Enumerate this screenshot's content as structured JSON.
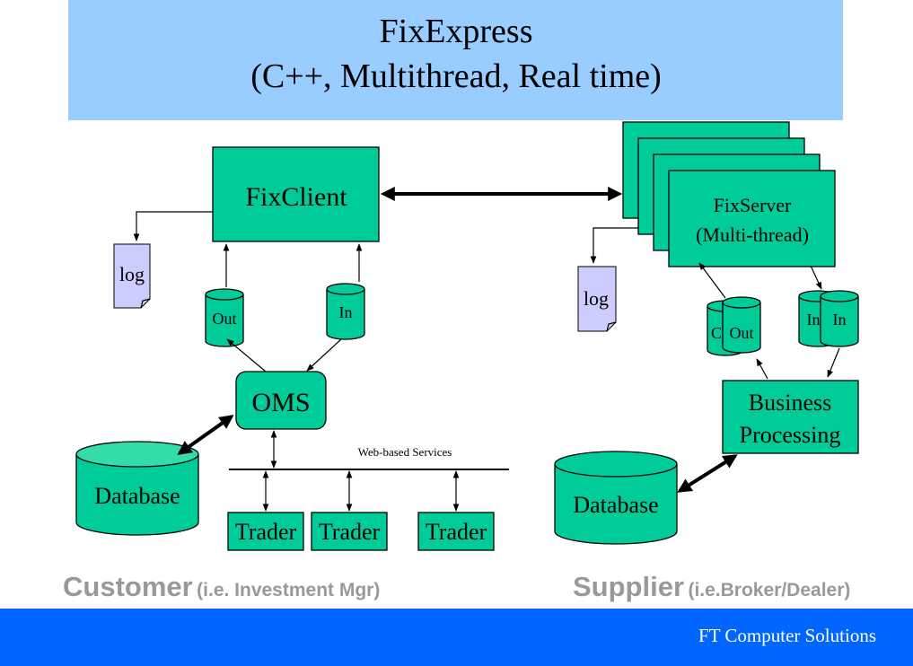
{
  "header": {
    "title": "FixExpress",
    "subtitle": "(C++, Multithread, Real time)"
  },
  "client": {
    "fixclient": "FixClient",
    "log": "log",
    "queue_out": "Out",
    "queue_in": "In",
    "oms": "OMS",
    "database": "Database",
    "web_services": "Web-based Services",
    "traders": [
      "Trader",
      "Trader",
      "Trader"
    ],
    "caption_main": "Customer",
    "caption_note": "(i.e. Investment Mgr)"
  },
  "server": {
    "fixserver_line1": "FixServer",
    "fixserver_line2": "(Multi-thread)",
    "log": "log",
    "queue_out_hidden": "C",
    "queue_out": "Out",
    "queue_in_hidden": "In",
    "queue_in": "In",
    "business_line1": "Business",
    "business_line2": "Processing",
    "database": "Database",
    "caption_main": "Supplier",
    "caption_note": "(i.e.Broker/Dealer)"
  },
  "footer": {
    "company": "FT Computer Solutions"
  },
  "colors": {
    "header_bg": "#99ccff",
    "node_fill": "#00cc99",
    "log_fill": "#ccccff",
    "footer_bg": "#0066ff",
    "caption_gray": "#999999"
  }
}
